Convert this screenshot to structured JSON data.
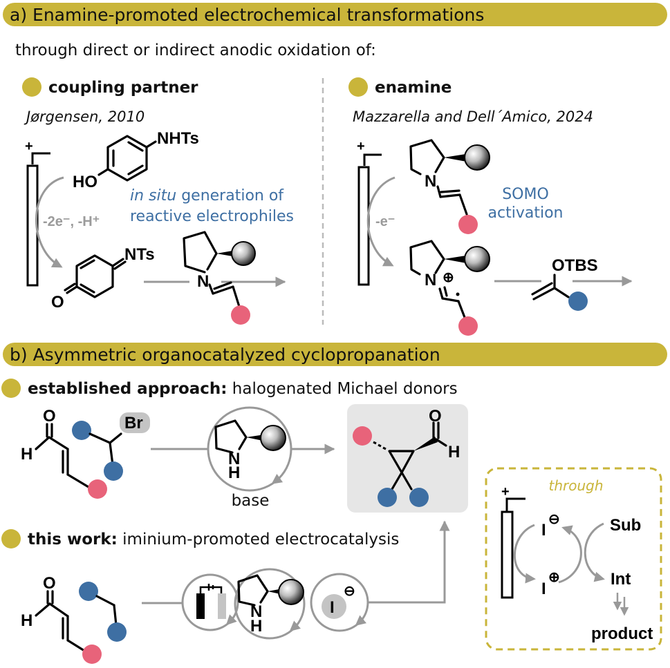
{
  "colors": {
    "accent_gold": "#c9b53a",
    "red_substituent": "#e8637a",
    "blue_substituent": "#3e6fa3",
    "arrow_grey": "#999999",
    "product_box_bg": "#e6e6e6"
  },
  "section_a": {
    "title": "a) Enamine-promoted electrochemical transformations",
    "subtitle": "through direct or indirect anodic oxidation of:",
    "left": {
      "heading": "coupling partner",
      "citation": "Jørgensen, 2010",
      "electrode_sign": "+",
      "reagent_label_nhts": "NHTs",
      "reagent_label_ho": "HO",
      "oxidation_label": "-2e⁻, -H⁺",
      "note_italic": "in situ",
      "note_rest": " generation of",
      "note_line2": "reactive electrophiles",
      "product_nts": "NTs",
      "product_o": "O",
      "enamine_n": "N"
    },
    "right": {
      "heading": "enamine",
      "citation": "Mazzarella and Dell´Amico, 2024",
      "electrode_sign": "+",
      "enamine_n": "N",
      "oxidation_label": "-e⁻",
      "note_line1": "SOMO",
      "note_line2": "activation",
      "radical_cation_n": "N",
      "plus_symbol": "⊕",
      "reagent_otbs": "OTBS"
    }
  },
  "section_b": {
    "title": "b) Asymmetric organocatalyzed cyclopropanation",
    "established": {
      "heading_bold": "established approach:",
      "heading_rest": " halogenated Michael donors",
      "aldehyde_o": "O",
      "aldehyde_h": "H",
      "leaving_group": "Br",
      "catalyst_n": "N",
      "catalyst_h": "H",
      "additive_label": "base",
      "product_o": "O",
      "product_h": "H"
    },
    "this_work": {
      "heading_bold": "this work:",
      "heading_rest": " iminium-promoted electrocatalysis",
      "aldehyde_o": "O",
      "aldehyde_h": "H",
      "catalyst_n": "N",
      "catalyst_h": "H",
      "mediator": "I",
      "mediator_charge": "⊖"
    },
    "inset": {
      "title": "through",
      "electrode_sign": "+",
      "iodide": "I",
      "iodide_charge": "⊖",
      "iodonium": "I",
      "iodonium_charge": "⊕",
      "substrate": "Sub",
      "intermediate": "Int",
      "product": "product"
    }
  }
}
